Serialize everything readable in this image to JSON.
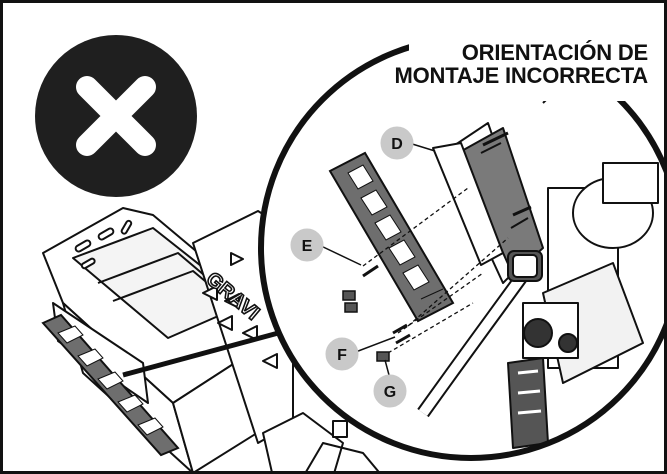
{
  "header": {
    "title_line1": "ORIENTACIÓN DE",
    "title_line2": "MONTAJE INCORRECTA"
  },
  "status_icon": "close-icon",
  "colors": {
    "icon_bg": "#1f1f1f",
    "icon_mark": "#ffffff",
    "callout_bg": "#c9c9c9",
    "line": "#111111"
  },
  "labels": {
    "d": "D",
    "e": "E",
    "f": "F",
    "g": "G"
  },
  "product_text": "GRAVI"
}
